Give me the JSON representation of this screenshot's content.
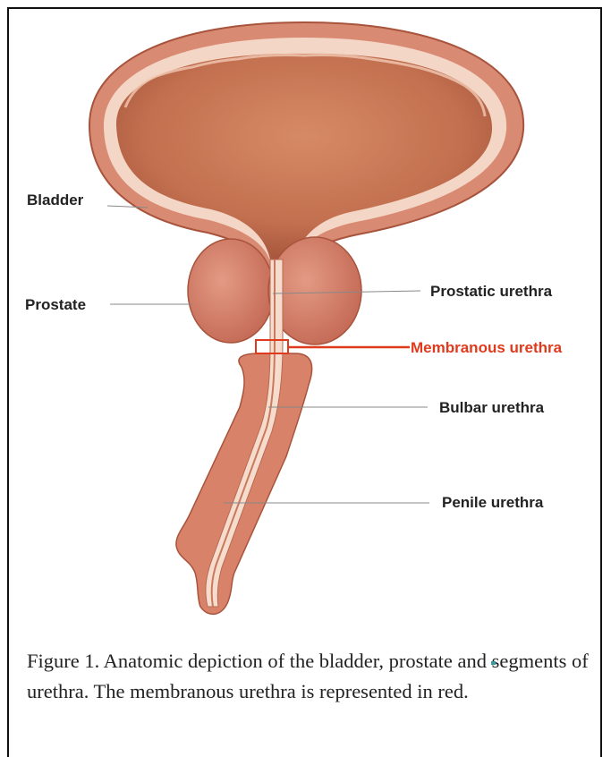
{
  "labels": {
    "bladder": "Bladder",
    "prostate": "Prostate",
    "prostatic_urethra": "Prostatic urethra",
    "membranous_urethra": "Membranous urethra",
    "bulbar_urethra": "Bulbar urethra",
    "penile_urethra": "Penile urethra"
  },
  "caption": "Figure 1. Anatomic depiction of the bladder, prostate and segments of urethra. The membranous urethra is represented in red.",
  "colors": {
    "tissue": "#d97a62",
    "tissue_dark": "#b85b44",
    "lumen": "#c06a4c",
    "highlight": "#e03a1c",
    "leader": "#777777"
  }
}
